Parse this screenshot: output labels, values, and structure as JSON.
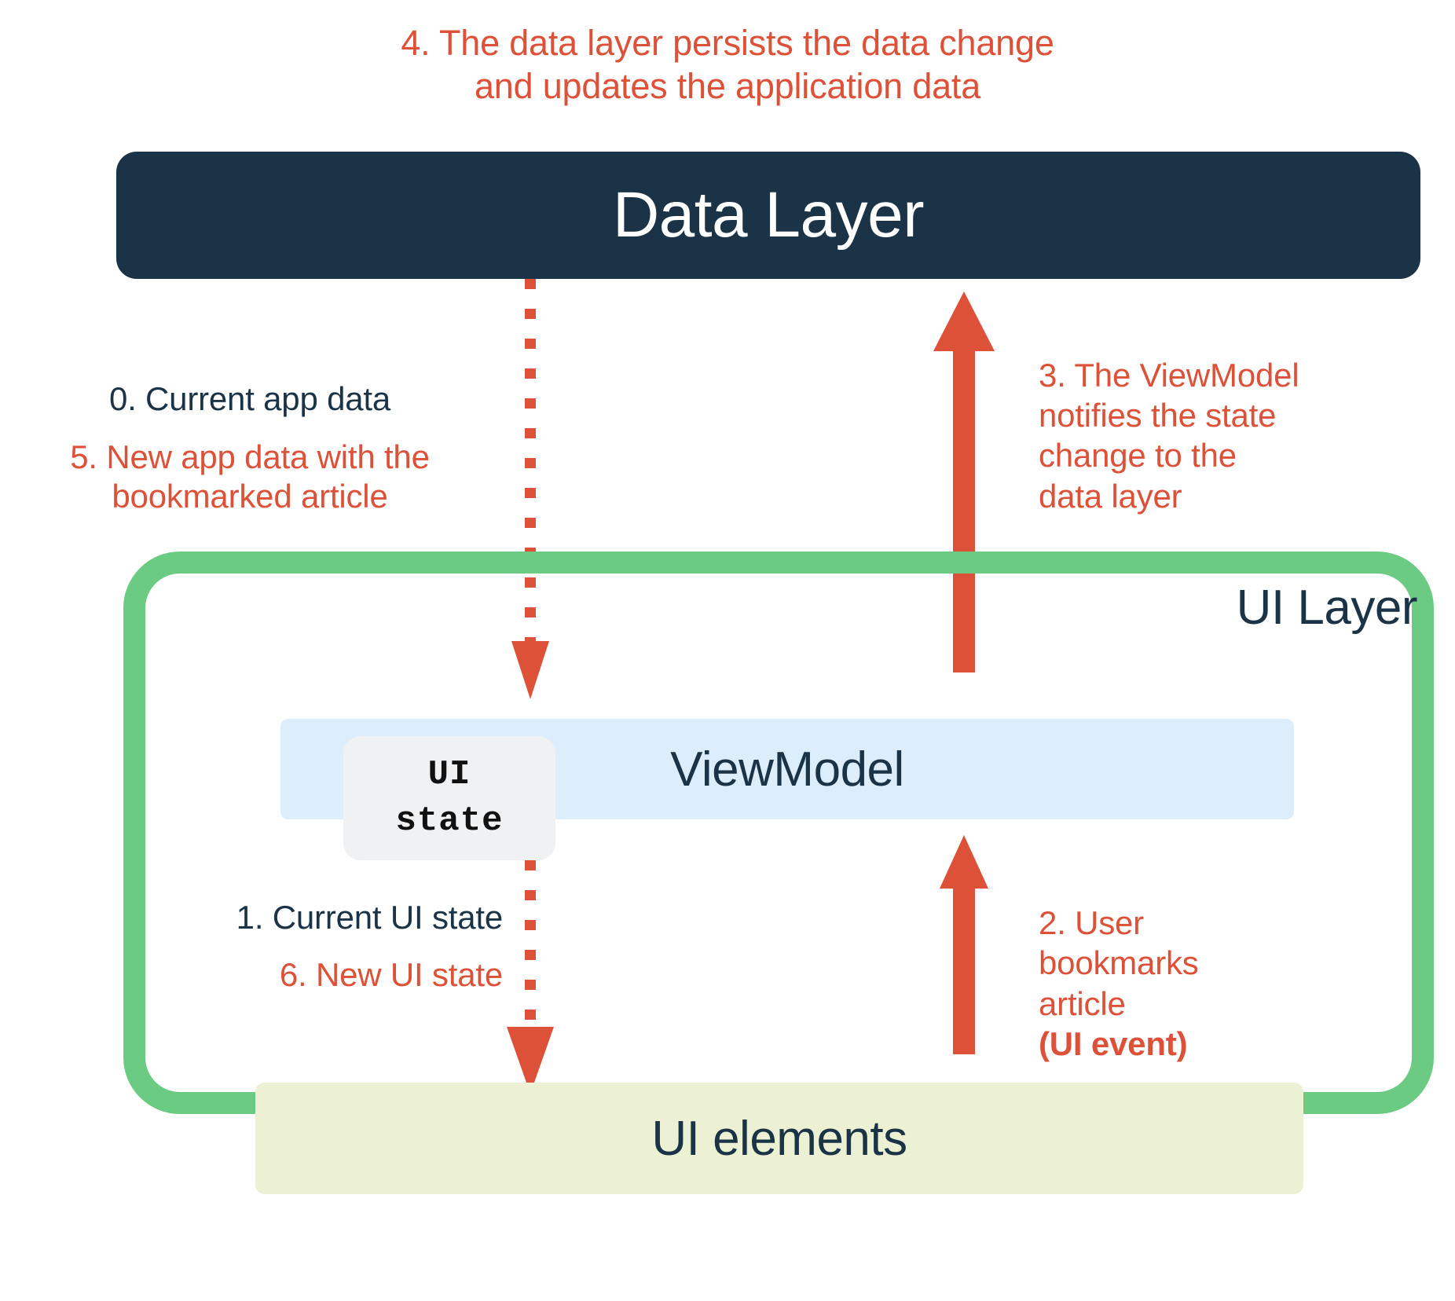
{
  "diagram": {
    "title": "Unidirectional data flow between the Data Layer and the UI Layer",
    "caption_top": "4. The data layer persists the data change\nand updates the application data",
    "data_layer": {
      "label": "Data Layer",
      "color": "#1B3347"
    },
    "ui_layer": {
      "label": "UI Layer",
      "border_color": "#6BCB83",
      "viewmodel": {
        "label": "ViewModel",
        "color": "#DCEDFB"
      },
      "ui_state_chip": {
        "line1": "UI",
        "line2": "state",
        "color": "#F0F1F2"
      },
      "ui_elements": {
        "label": "UI elements",
        "color": "#EDF1D3"
      }
    },
    "labels": {
      "step0": "0. Current app data",
      "step5": "5. New app data with the\nbookmarked article",
      "step3": "3. The ViewModel\nnotifies the state\nchange to the\ndata layer",
      "step1": "1. Current UI state",
      "step6": "6. New UI state",
      "step2_plain": "2. User\nbookmarks\narticle\n",
      "step2_bold": "(UI event)"
    },
    "colors": {
      "accent_red": "#DD5138",
      "navy": "#1B3347",
      "green": "#6BCB83",
      "blue": "#DCEDFB",
      "yellow_green": "#EDF1D3",
      "chip_gray": "#F0F1F2"
    },
    "arrows": [
      {
        "name": "data-to-viewmodel",
        "style": "dotted",
        "direction": "down",
        "from": "Data Layer",
        "to": "ViewModel"
      },
      {
        "name": "viewmodel-to-data",
        "style": "solid",
        "direction": "up",
        "from": "ViewModel",
        "to": "Data Layer"
      },
      {
        "name": "viewmodel-to-ui-elements",
        "style": "dotted",
        "direction": "down",
        "from": "ViewModel",
        "to": "UI elements"
      },
      {
        "name": "ui-elements-to-viewmodel",
        "style": "solid",
        "direction": "up",
        "from": "UI elements",
        "to": "ViewModel"
      }
    ]
  }
}
